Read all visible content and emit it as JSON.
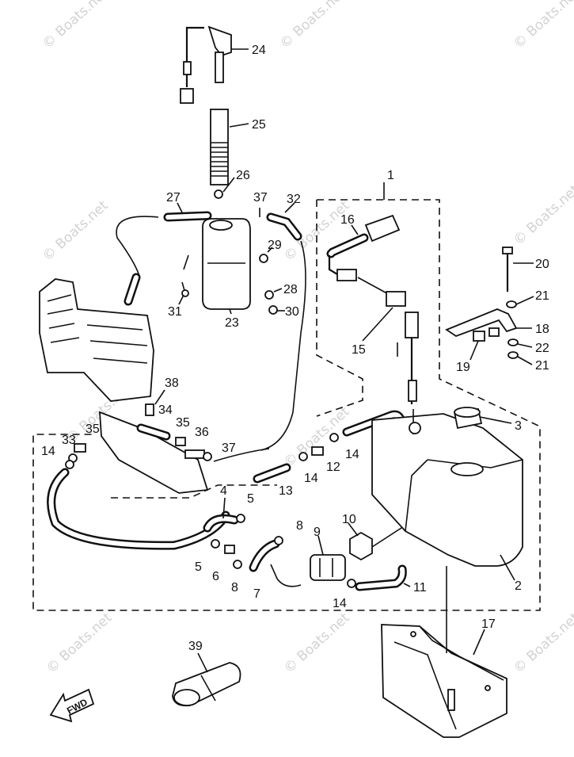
{
  "watermarks": [
    "© Boats.net",
    "© Boats.net",
    "© Boats.net",
    "© Boats.net",
    "© Boats.net",
    "© Boats.net",
    "© Boats.net",
    "© Boats.net",
    "© Boats.net",
    "© Boats.net",
    "© Boats.net"
  ],
  "callouts": [
    "1",
    "2",
    "3",
    "4",
    "5",
    "5",
    "6",
    "7",
    "8",
    "8",
    "9",
    "10",
    "11",
    "12",
    "13",
    "14",
    "14",
    "14",
    "14",
    "15",
    "16",
    "17",
    "18",
    "19",
    "20",
    "21",
    "21",
    "22",
    "23",
    "24",
    "25",
    "26",
    "27",
    "28",
    "29",
    "30",
    "31",
    "32",
    "33",
    "34",
    "35",
    "35",
    "36",
    "37",
    "37",
    "38",
    "39"
  ],
  "direction_label": "FWD"
}
